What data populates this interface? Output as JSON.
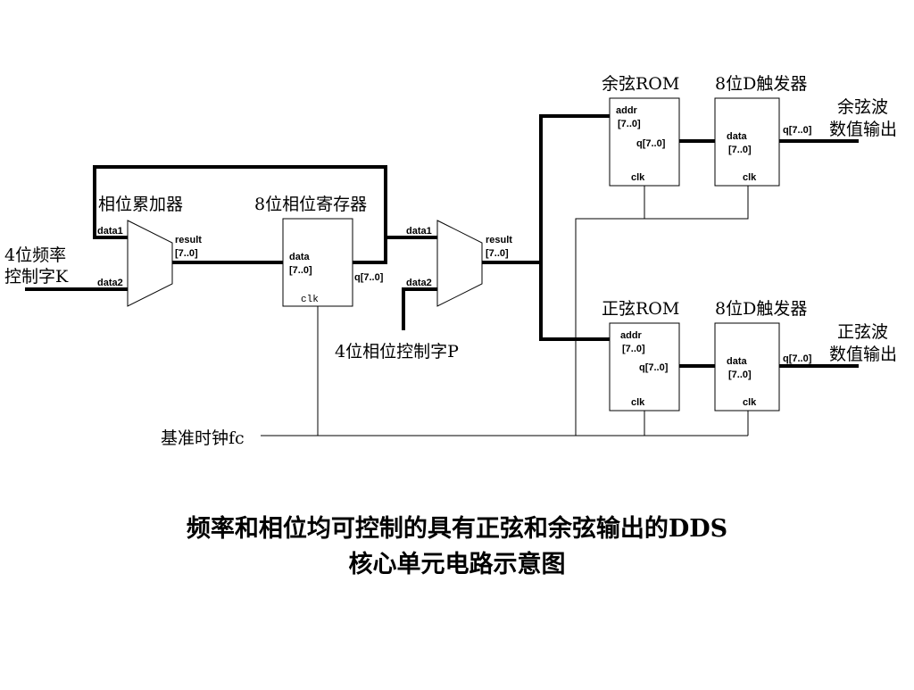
{
  "labels": {
    "freq_input": [
      "4位频率",
      "控制字K"
    ],
    "phase_accumulator": "相位累加器",
    "phase_register": "8位相位寄存器",
    "phase_control": "4位相位控制字P",
    "clock": "基准时钟fc",
    "cos_rom": "余弦ROM",
    "sin_rom": "正弦ROM",
    "dff_top": "8位D触发器",
    "dff_bottom": "8位D触发器",
    "cos_output": [
      "余弦波",
      "数值输出"
    ],
    "sin_output": [
      "正弦波",
      "数值输出"
    ]
  },
  "ports": {
    "adder1_data1": "data1",
    "adder1_data2": "data2",
    "adder1_result": "result",
    "adder1_result_bus": "[7..0]",
    "reg_data": "data",
    "reg_data_bus": "[7..0]",
    "reg_q": "q[7..0]",
    "reg_clk": "clk",
    "adder2_data1": "data1",
    "adder2_data2": "data2",
    "adder2_result": "result",
    "adder2_result_bus": "[7..0]",
    "cosrom_addr": "addr",
    "cosrom_addr_bus": "[7..0]",
    "cosrom_q": "q[7..0]",
    "cosrom_clk": "clk",
    "dff1_data": "data",
    "dff1_data_bus": "[7..0]",
    "dff1_q": "q[7..0]",
    "dff1_clk": "clk",
    "sinrom_addr": "addr",
    "sinrom_addr_bus": "[7..0]",
    "sinrom_q": "q[7..0]",
    "sinrom_clk": "clk",
    "dff2_data": "data",
    "dff2_data_bus": "[7..0]",
    "dff2_q": "q[7..0]",
    "dff2_clk": "clk"
  },
  "caption": {
    "line1": "频率和相位均可控制的具有正弦和余弦输出的DDS",
    "line2": "核心单元电路示意图"
  }
}
